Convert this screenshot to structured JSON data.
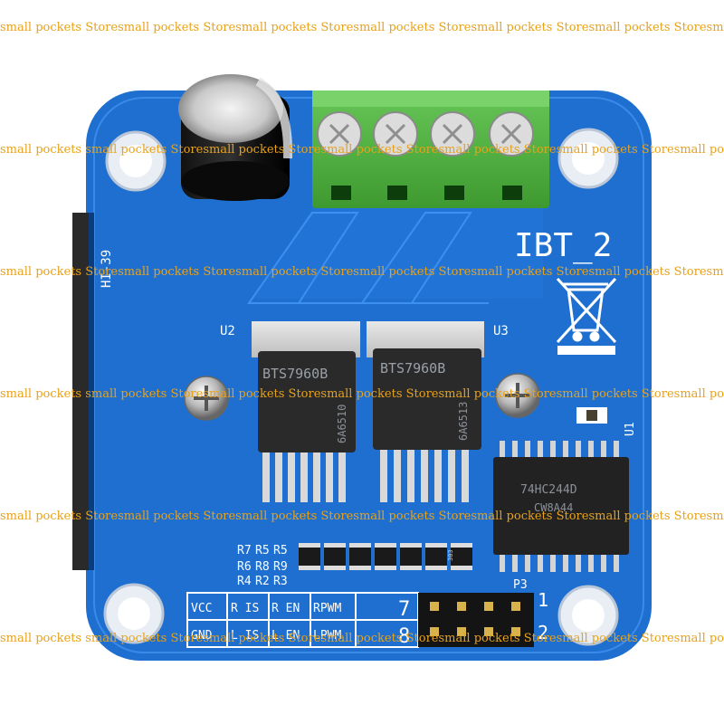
{
  "board": {
    "title": "IBT_2",
    "side_label": "HI-39",
    "chip_left_ref": "U2",
    "chip_right_ref": "U3",
    "chip_left_part": "BTS7960B",
    "chip_right_part": "BTS7960B",
    "chip_left_code": "6A6510",
    "chip_right_code": "6A6513",
    "logic_ic_ref": "U1",
    "logic_ic_part": "74HC244D",
    "logic_ic_code": "CW8A44",
    "resistor_row1": [
      "R7",
      "R5",
      "R5"
    ],
    "resistor_row2": [
      "R6",
      "R8",
      "R9"
    ],
    "resistor_row3": [
      "R4",
      "R2",
      "R3"
    ],
    "connector_ref": "P3",
    "pin_number_1": "1",
    "pin_number_2": "2",
    "pin_number_7": "7",
    "pin_number_8": "8",
    "pin_table": {
      "row1": [
        "VCC",
        "R IS",
        "R EN",
        "RPWM"
      ],
      "row2": [
        "GND",
        "L IS",
        "L EN",
        "LPWM"
      ]
    },
    "smd_code": "303"
  },
  "watermark": {
    "text": "small pockets Store"
  },
  "colors": {
    "pcb_blue": "#1e6fd0",
    "terminal_green": "#4fb23e",
    "watermark": "#e8a21a"
  }
}
